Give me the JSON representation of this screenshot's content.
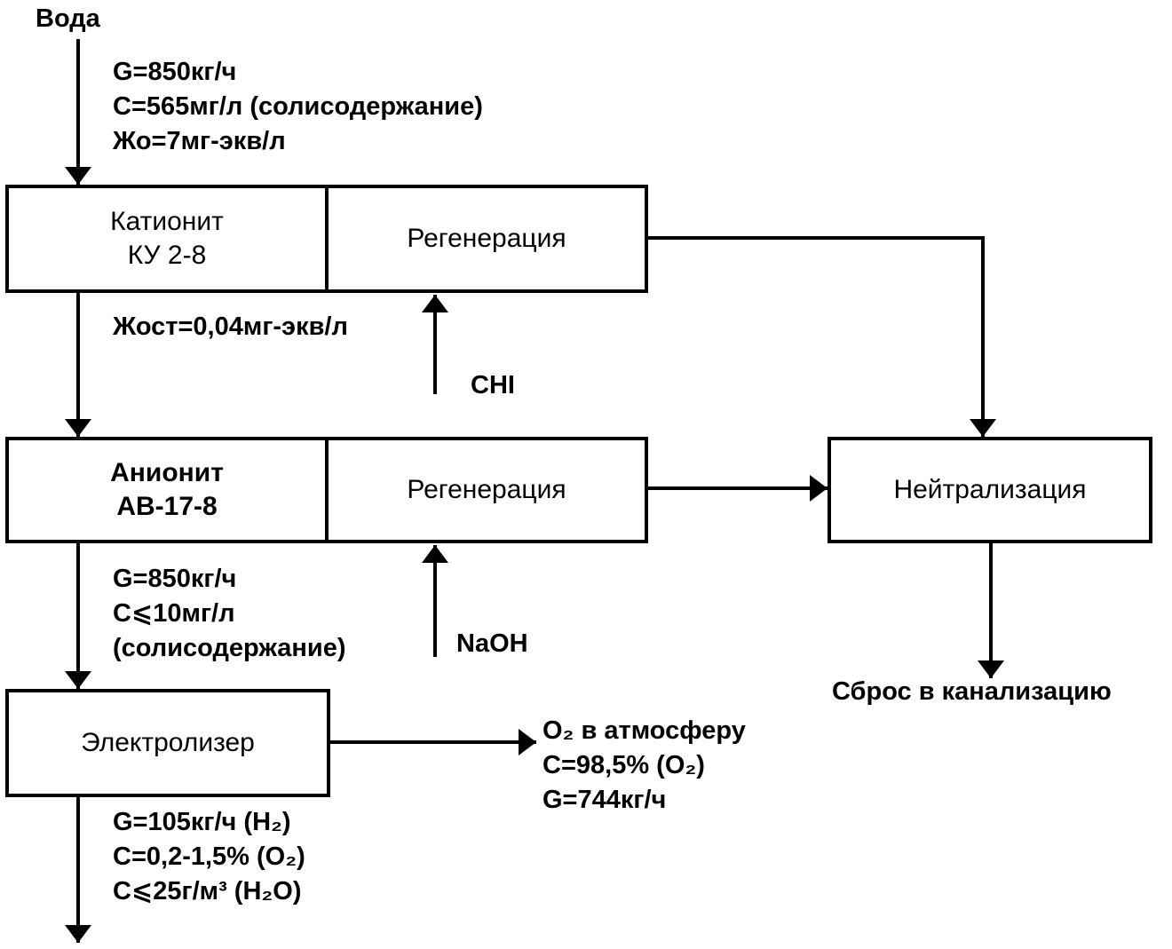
{
  "source_label": "Вода",
  "feed_params": [
    "G=850кг/ч",
    "C=565мг/л (солисодержание)",
    "Жо=7мг-экв/л"
  ],
  "cation_box": {
    "line1": "Катионит",
    "line2": "КУ 2-8"
  },
  "regen1_box": "Регенерация",
  "hardness_label": "Жост=0,04мг-экв/л",
  "reagent1": "CHI",
  "anion_box": {
    "line1": "Анионит",
    "line2": "АВ-17-8"
  },
  "regen2_box": "Регенерация",
  "neutral_box": "Нейтрализация",
  "anion_out_params": [
    "G=850кг/ч",
    "C⩽10мг/л",
    "(солисодержание)"
  ],
  "reagent2": "NaOH",
  "sewer_label": "Сброс в канализацию",
  "electro_box": "Электролизер",
  "o2_params": [
    "O₂ в атмосферу",
    "C=98,5% (O₂)",
    "G=744кг/ч"
  ],
  "h2_params": [
    "G=105кг/ч (H₂)",
    "C=0,2-1,5% (O₂)",
    "C⩽25г/м³ (H₂O)"
  ]
}
